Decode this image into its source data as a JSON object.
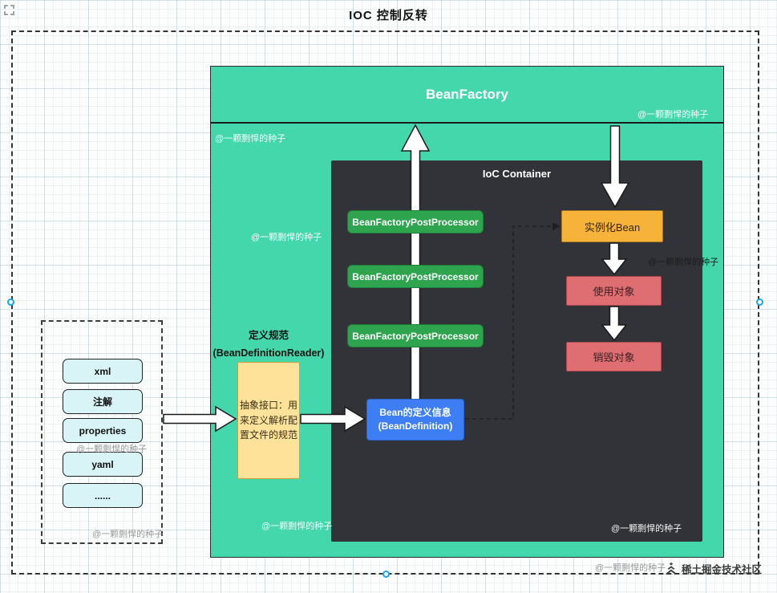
{
  "canvas": {
    "title": "IOC 控制反转"
  },
  "bean_factory": {
    "title": "BeanFactory",
    "ioc_container_title": "IoC Container",
    "post_processors": [
      "BeanFactoryPostProcessor",
      "BeanFactoryPostProcessor",
      "BeanFactoryPostProcessor"
    ],
    "bean_definition_line1": "Bean的定义信息",
    "bean_definition_line2": "(BeanDefinition)",
    "instantiate_bean": "实例化Bean",
    "use_object": "使用对象",
    "destroy_object": "销毁对象"
  },
  "definition_reader": {
    "label_line1": "定义规范",
    "label_line2": "(BeanDefinitionReader)",
    "abstract_interface_text": "抽象接口：用来定义解析配置文件的规范"
  },
  "config_sources": {
    "items": [
      "xml",
      "注解",
      "properties",
      "yaml",
      "......"
    ]
  },
  "watermark_text": "@一颗剽悍的种子",
  "site_watermark": "稀土掘金技术社区",
  "colors": {
    "teal": "#44d7ac",
    "container_dark": "#323338",
    "processor_green": "#2ea44f",
    "bean_definition_blue": "#3d7ef5",
    "instantiate_orange": "#f7b23a",
    "object_red": "#df6e72",
    "reader_yellow": "#ffe29a",
    "source_cyan": "#d8f4f6"
  }
}
